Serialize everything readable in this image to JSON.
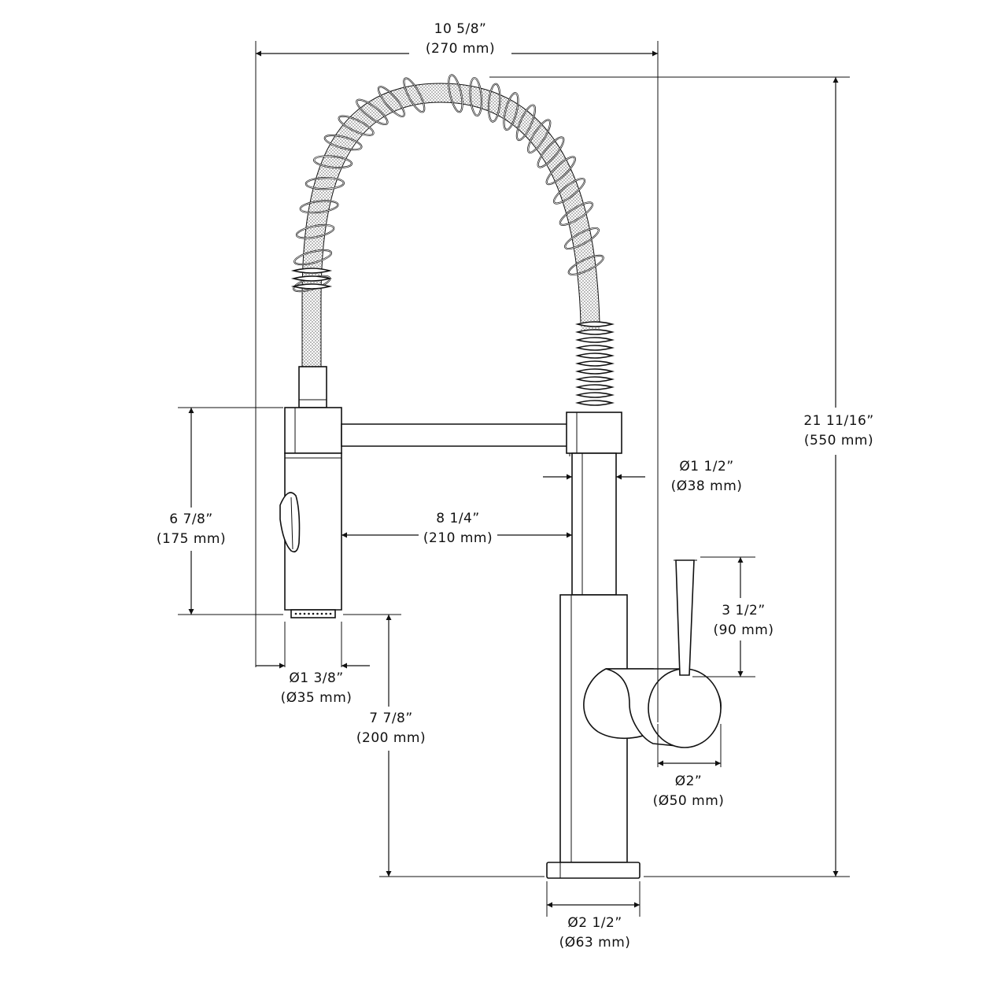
{
  "dimensions": {
    "overall_width": {
      "imperial": "10  5/8”",
      "metric": "(270 mm)"
    },
    "overall_height": {
      "imperial": "21  11/16”",
      "metric": "(550 mm)"
    },
    "spout_diameter": {
      "imperial": "Ø1  1/2”",
      "metric": "(Ø38 mm)"
    },
    "sprayhead_length": {
      "imperial": "6  7/8”",
      "metric": "(175 mm)"
    },
    "spout_reach": {
      "imperial": "8  1/4”",
      "metric": "(210 mm)"
    },
    "handle_height": {
      "imperial": "3  1/2”",
      "metric": "(90 mm)"
    },
    "sprayhead_diameter": {
      "imperial": "Ø1  3/8”",
      "metric": "(Ø35 mm)"
    },
    "sprayhead_clearance": {
      "imperial": "7  7/8”",
      "metric": "(200 mm)"
    },
    "handle_diameter": {
      "imperial": "Ø2”",
      "metric": "(Ø50 mm)"
    },
    "base_diameter": {
      "imperial": "Ø2  1/2”",
      "metric": "(Ø63 mm)"
    }
  },
  "colors": {
    "line": "#111111",
    "hose_texture": "#9a9a9a",
    "background": "#ffffff"
  }
}
